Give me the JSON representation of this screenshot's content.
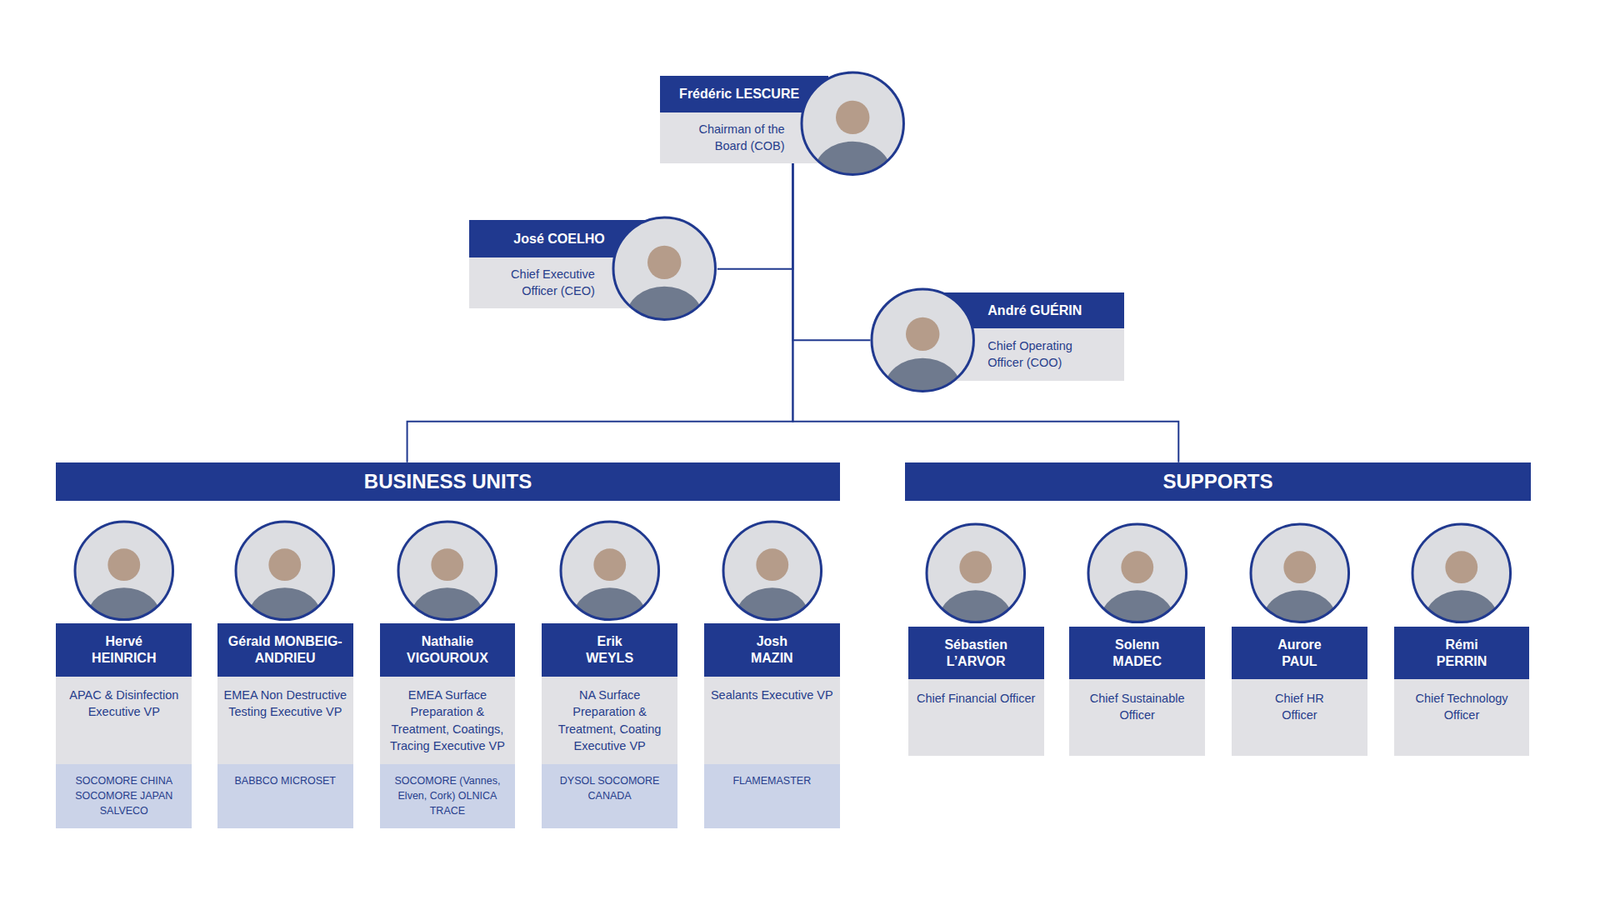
{
  "diagram": {
    "nodes": [
      {
        "text": [
          "Frédéric LESCURE",
          "Chairman of the Board (COB)"
        ]
      },
      {
        "text": [
          "José COELHO",
          "Chief Executive Officer (CEO)"
        ]
      },
      {
        "text": [
          "André GUÉRIN",
          "Chief Operating Officer (COO)"
        ]
      },
      {
        "text": [
          "BUSINESS UNITS"
        ]
      },
      {
        "text": [
          "SUPPORTS"
        ]
      },
      {
        "text": [
          "Hervé HEINRICH",
          "APAC & Disinfection Executive VP",
          "SOCOMORE CHINA SOCOMORE JAPAN SALVECO"
        ]
      },
      {
        "text": [
          "Gérald MONBEIG-ANDRIEU",
          "EMEA Non Destructive Testing Executive VP",
          "BABBCO MICROSET"
        ]
      },
      {
        "text": [
          "Nathalie VIGOUROUX",
          "EMEA Surface Preparation & Treatment, Coatings, Tracing Executive VP",
          "SOCOMORE (Vannes, Elven, Cork) OLNICA TRACE"
        ]
      },
      {
        "text": [
          "Erik WEYLS",
          "NA Surface Preparation & Treatment, Coating Executive VP",
          "DYSOL SOCOMORE CANADA"
        ]
      },
      {
        "text": [
          "Josh MAZIN",
          "Sealants Executive VP",
          "FLAMEMASTER"
        ]
      },
      {
        "text": [
          "Sébastien L’ARVOR",
          "Chief Financial Officer"
        ]
      },
      {
        "text": [
          "Solenn MADEC",
          "Chief Sustainable Officer"
        ]
      },
      {
        "text": [
          "Aurore PAUL",
          "Chief HR Officer"
        ]
      },
      {
        "text": [
          "Rémi PERRIN",
          "Chief Technology Officer"
        ]
      }
    ],
    "edges": [
      {
        "from": 0,
        "to": 1,
        "arrow": "none"
      },
      {
        "from": 0,
        "to": 2,
        "arrow": "none"
      },
      {
        "from": 0,
        "to": 3,
        "arrow": "none"
      },
      {
        "from": 0,
        "to": 4,
        "arrow": "none"
      }
    ]
  }
}
